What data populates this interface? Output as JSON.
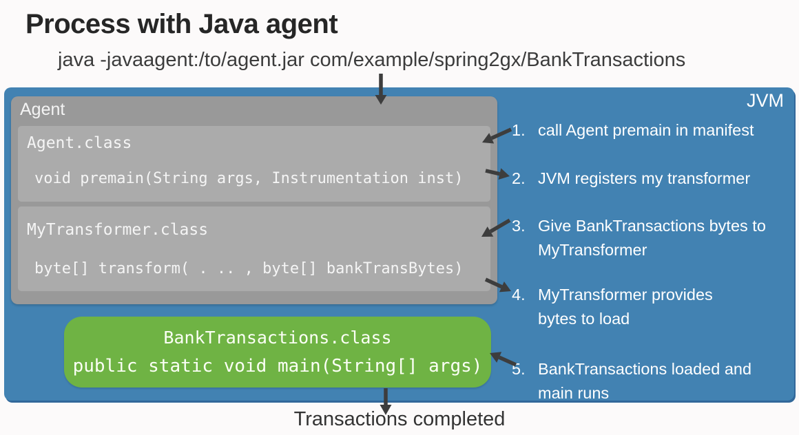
{
  "title": "Process with Java agent",
  "command": "java -javaagent:/to/agent.jar com/example/spring2gx/BankTransactions",
  "jvm": {
    "label": "JVM",
    "agent": {
      "label": "Agent",
      "classes": [
        {
          "name": "Agent.class",
          "signature": "void premain(String args, Instrumentation inst)"
        },
        {
          "name": "MyTransformer.class",
          "signature": "byte[] transform( . .. , byte[] bankTransBytes)"
        }
      ]
    },
    "bank_class": {
      "name": "BankTransactions.class",
      "signature": "public static void main(String[] args)"
    },
    "steps": [
      {
        "num": "1.",
        "line1": "call Agent premain in manifest",
        "line2": ""
      },
      {
        "num": "2.",
        "line1": "JVM registers my transformer",
        "line2": ""
      },
      {
        "num": "3.",
        "line1": "Give BankTransactions bytes to",
        "line2": "MyTransformer"
      },
      {
        "num": "4.",
        "line1": "MyTransformer provides",
        "line2": "bytes to load"
      },
      {
        "num": "5.",
        "line1": "BankTransactions loaded and",
        "line2": "main runs"
      }
    ]
  },
  "footer": "Transactions completed",
  "icons": {
    "command-to-jvm-arrow": "down-arrow",
    "step-1-arrow": "down-left-arrow",
    "step-2-arrow": "right-arrow",
    "step-3-arrow": "down-left-arrow",
    "step-4-arrow": "down-right-arrow",
    "step-5-arrow": "up-left-arrow",
    "jvm-to-footer-arrow": "down-arrow"
  },
  "colors": {
    "background": "#fcfafa",
    "jvm_blue": "#4282b2",
    "jvm_border_blue": "#32689a",
    "agent_gray": "#999999",
    "class_gray": "#ababab",
    "bank_green": "#6fb344",
    "arrow_dark": "#3d3d3d",
    "title_text": "#262626",
    "light_text": "#ffffff"
  }
}
